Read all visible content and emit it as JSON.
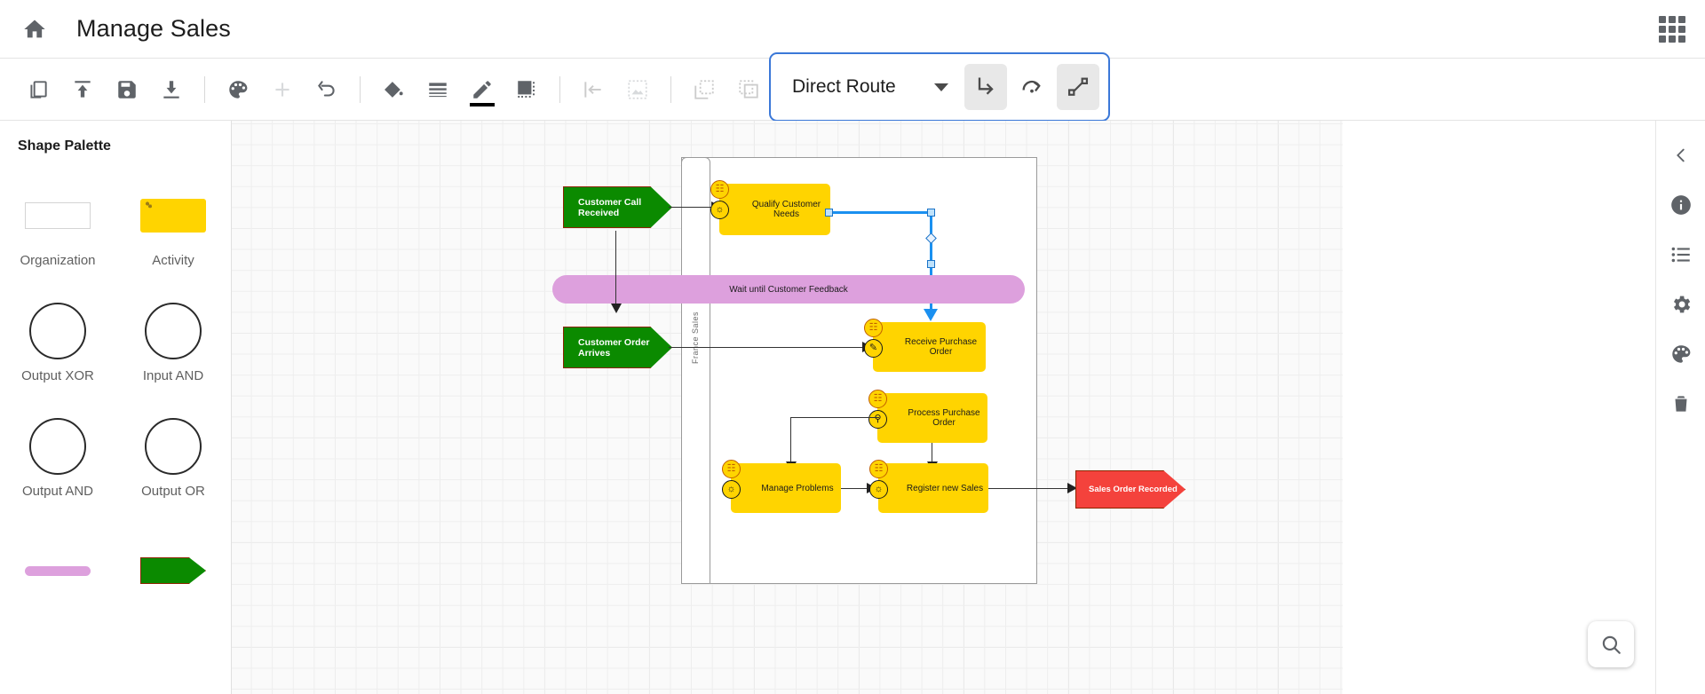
{
  "header": {
    "home_icon": "home-icon",
    "title": "Manage Sales",
    "apps_icon": "apps-grid-icon"
  },
  "toolbar": {
    "items": [
      {
        "name": "copy-button",
        "icon": "copy-icon",
        "state": "enabled"
      },
      {
        "name": "upload-button",
        "icon": "upload-icon",
        "state": "enabled"
      },
      {
        "name": "save-button",
        "icon": "save-floppy-icon",
        "state": "enabled"
      },
      {
        "name": "download-button",
        "icon": "download-icon",
        "state": "enabled"
      },
      {
        "name": "palette-button",
        "icon": "palette-icon",
        "state": "enabled"
      },
      {
        "name": "add-button",
        "icon": "plus-icon",
        "state": "disabled"
      },
      {
        "name": "undo-button",
        "icon": "undo-icon",
        "state": "enabled"
      },
      {
        "name": "fill-color-button",
        "icon": "paint-bucket-icon",
        "state": "enabled"
      },
      {
        "name": "line-style-button",
        "icon": "line-weight-icon",
        "state": "enabled"
      },
      {
        "name": "pencil-button",
        "icon": "pencil-icon",
        "state": "active"
      },
      {
        "name": "shadow-button",
        "icon": "filled-square-dots-icon",
        "state": "enabled"
      },
      {
        "name": "align-left-button",
        "icon": "align-left-icon",
        "state": "disabled"
      },
      {
        "name": "insert-image-button",
        "icon": "image-icon",
        "state": "disabled"
      },
      {
        "name": "send-to-back-button",
        "icon": "send-to-back-icon",
        "state": "disabled"
      },
      {
        "name": "bring-to-front-button",
        "icon": "bring-to-front-icon",
        "state": "disabled"
      }
    ]
  },
  "route_group": {
    "accent_color": "#3b78d8",
    "selected_route": "Direct Route",
    "options": [
      "Direct Route"
    ],
    "buttons": [
      {
        "name": "orthogonal-route-button",
        "icon": "elbow-arrow-icon",
        "selected": true
      },
      {
        "name": "curved-route-button",
        "icon": "curved-arrow-icon",
        "selected": false
      },
      {
        "name": "straight-route-button",
        "icon": "diagonal-line-nodes-icon",
        "selected": true
      }
    ]
  },
  "palette": {
    "title": "Shape Palette",
    "shapes": [
      {
        "name": "shape-organization",
        "label": "Organization",
        "art": "org"
      },
      {
        "name": "shape-activity",
        "label": "Activity",
        "art": "act"
      },
      {
        "name": "shape-output-xor",
        "label": "Output XOR",
        "art": "circle"
      },
      {
        "name": "shape-input-and",
        "label": "Input AND",
        "art": "circle"
      },
      {
        "name": "shape-output-and",
        "label": "Output AND",
        "art": "circle"
      },
      {
        "name": "shape-output-or",
        "label": "Output OR",
        "art": "circle"
      },
      {
        "name": "shape-wait-bar",
        "label": "",
        "art": "bar"
      },
      {
        "name": "shape-event-arrow",
        "label": "",
        "art": "arrow"
      }
    ]
  },
  "canvas": {
    "lane_label": "France Sales",
    "nodes": [
      {
        "name": "event-customer-call-received",
        "label": "Customer Call Received",
        "type": "event-green"
      },
      {
        "name": "activity-qualify-customer-needs",
        "label": "Qualify Customer Needs",
        "type": "activity"
      },
      {
        "name": "wait-until-customer-feedback",
        "label": "Wait until Customer Feedback",
        "type": "wait"
      },
      {
        "name": "event-customer-order-arrives",
        "label": "Customer Order Arrives",
        "type": "event-green"
      },
      {
        "name": "activity-receive-purchase-order",
        "label": "Receive Purchase Order",
        "type": "activity"
      },
      {
        "name": "activity-process-purchase-order",
        "label": "Process Purchase Order",
        "type": "activity"
      },
      {
        "name": "activity-manage-problems",
        "label": "Manage Problems",
        "type": "activity"
      },
      {
        "name": "activity-register-new-sales",
        "label": "Register new Sales",
        "type": "activity"
      },
      {
        "name": "event-sales-order-recorded",
        "label": "Sales Order Recorded",
        "type": "event-red"
      }
    ],
    "selected_connector": {
      "name": "selected-connector",
      "color": "#1a90f0",
      "from": "activity-qualify-customer-needs",
      "to": "activity-receive-purchase-order"
    },
    "colors": {
      "activity_fill": "#FFD400",
      "event_green": "#0B8A00",
      "event_red": "#F4423C",
      "wait_fill": "#DDA0DD",
      "event_border": "#8B2500"
    }
  },
  "rail": {
    "items": [
      {
        "name": "collapse-panel-button",
        "icon": "chevron-left-icon"
      },
      {
        "name": "info-button",
        "icon": "info-icon"
      },
      {
        "name": "list-button",
        "icon": "list-icon"
      },
      {
        "name": "settings-button",
        "icon": "gear-icon"
      },
      {
        "name": "theme-button",
        "icon": "palette-icon"
      },
      {
        "name": "delete-button",
        "icon": "trash-icon"
      }
    ],
    "zoom_fab": {
      "name": "zoom-button",
      "icon": "search-icon"
    }
  }
}
